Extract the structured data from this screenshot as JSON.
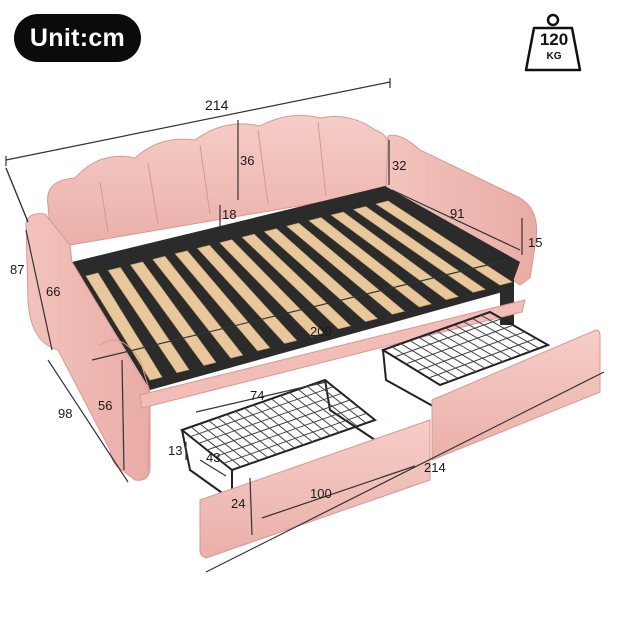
{
  "unit_label": "Unit:cm",
  "weight_icon": {
    "icon": "weight-icon",
    "value": "120",
    "unit": "KG"
  },
  "dimensions": {
    "overall_length": "214",
    "headboard_height": "36",
    "side_arm_height": "32",
    "inner_width": "91",
    "side_panel_thickness": "15",
    "overall_height": "87",
    "back_height": "66",
    "slat_height_from_frame": "18",
    "inner_length": "200",
    "overall_depth": "98",
    "leg_height": "56",
    "drawer_length": "74",
    "drawer_height": "13",
    "drawer_depth": "43",
    "front_length": "214",
    "drawer_front_height": "24",
    "drawer_front_length": "100"
  },
  "colors": {
    "upholstery": "#f1c2bc",
    "upholstery_shadow": "#e4a7a0",
    "slats": "#e8c89a",
    "frame_dark": "#2a2a2a",
    "badge_bg": "#0b0b0b"
  }
}
